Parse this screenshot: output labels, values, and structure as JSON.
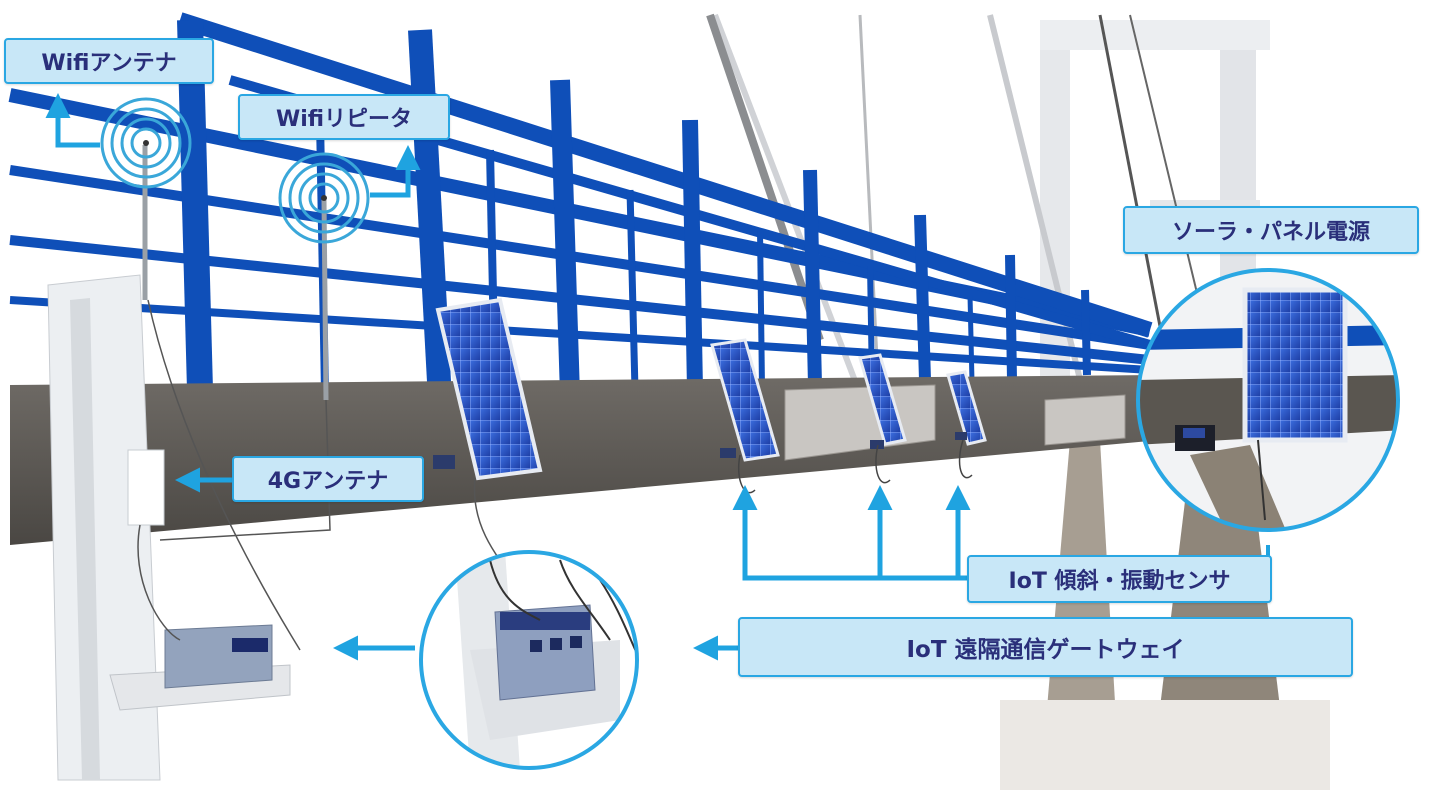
{
  "labels": {
    "wifi_antenna": "Wifiアンテナ",
    "wifi_repeater": "Wifiリピータ",
    "antenna_4g": "4Gアンテナ",
    "solar_panel_power": "ソーラ・パネル電源",
    "iot_sensor": "IoT 傾斜・振動センサ",
    "iot_gateway": "IoT 遠隔通信ゲートウェイ"
  },
  "colors": {
    "label_fill": "#c8e7f7",
    "label_border": "#2aa7e3",
    "label_text": "#2a2f7a",
    "arrow": "#1fa3e0",
    "railing": "#0f4fb8",
    "deck": "#5d5a55",
    "solar_panel": "#2f5fd0"
  },
  "icons": [
    "wifi-signal-icon",
    "arrow-icon"
  ]
}
